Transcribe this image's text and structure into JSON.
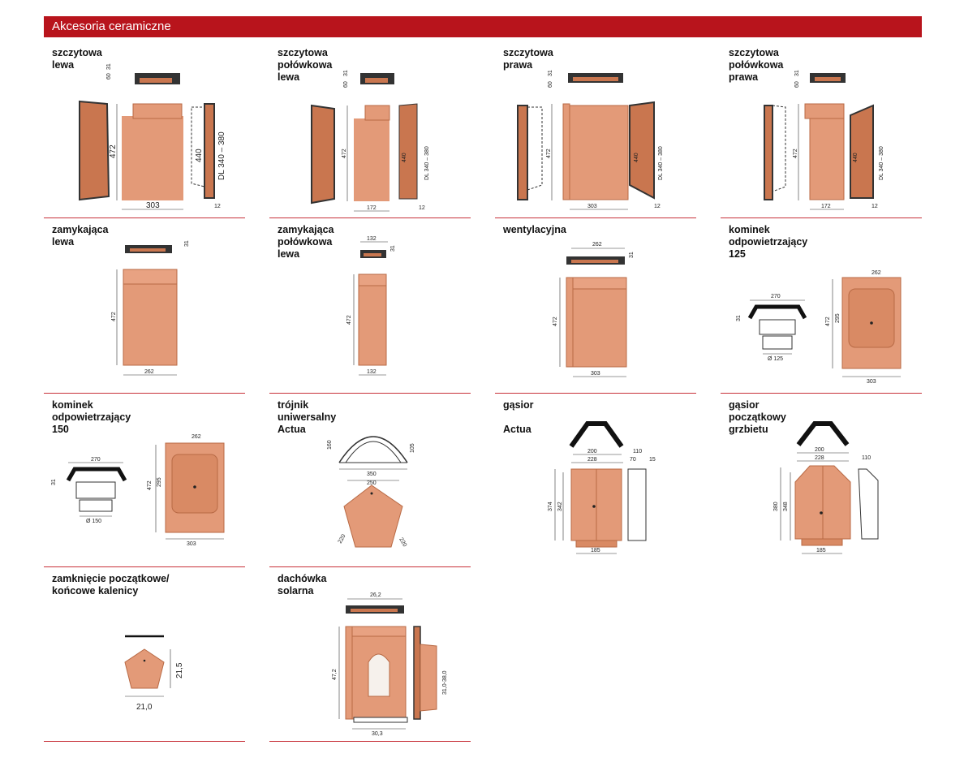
{
  "header": {
    "title": "Akcesoria ceramiczne"
  },
  "colors": {
    "accent": "#b8141c",
    "tile": "#e39a78",
    "tile_dark": "#c9764f",
    "profile": "#333333"
  },
  "items": [
    {
      "name": "szczytowa\nlewa",
      "dims": [
        "60",
        "31",
        "472",
        "440",
        "DL 340 – 380",
        "303",
        "12"
      ]
    },
    {
      "name": "szczytowa\npołówkowa\nlewa",
      "dims": [
        "60",
        "31",
        "472",
        "440",
        "DL 340 – 380",
        "172",
        "12"
      ]
    },
    {
      "name": "szczytowa\nprawa",
      "dims": [
        "60",
        "31",
        "472",
        "440",
        "DL 340 – 380",
        "303",
        "12"
      ]
    },
    {
      "name": "szczytowa\npołówkowa\nprawa",
      "dims": [
        "60",
        "31",
        "472",
        "440",
        "DL 340 – 380",
        "172",
        "12"
      ]
    },
    {
      "name": "zamykająca\nlewa",
      "dims": [
        "31",
        "472",
        "262"
      ]
    },
    {
      "name": "zamykająca\npołówkowa\nlewa",
      "dims": [
        "132",
        "31",
        "472",
        "132"
      ]
    },
    {
      "name": "wentylacyjna",
      "dims": [
        "262",
        "31",
        "472",
        "303"
      ]
    },
    {
      "name": "kominek\nodpowietrzający\n125",
      "dims": [
        "270",
        "31",
        "Ø 125",
        "262",
        "472",
        "295",
        "303"
      ]
    },
    {
      "name": "kominek\nodpowietrzający\n150",
      "dims": [
        "270",
        "31",
        "Ø 150",
        "262",
        "472",
        "295",
        "303"
      ]
    },
    {
      "name": "trójnik\nuniwersalny\nActua",
      "dims": [
        "160",
        "105",
        "350",
        "250",
        "220",
        "220"
      ]
    },
    {
      "name": "gąsior\n\nActua",
      "dims": [
        "200",
        "228",
        "110",
        "70",
        "15",
        "374",
        "342",
        "185"
      ]
    },
    {
      "name": "gąsior\npoczątkowy\ngrzbietu",
      "dims": [
        "200",
        "228",
        "110",
        "380",
        "348",
        "185"
      ]
    },
    {
      "name": "zamknięcie początkowe/\nkońcowe kalenicy",
      "dims": [
        "21,5",
        "21,0"
      ]
    },
    {
      "name": "dachówka\nsolarna",
      "dims": [
        "26,2",
        "47,2",
        "31,0-38,0",
        "30,3"
      ]
    }
  ]
}
